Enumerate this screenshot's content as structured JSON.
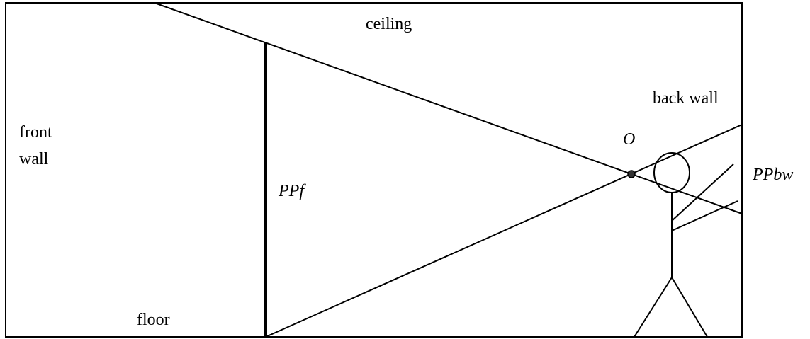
{
  "labels": {
    "ceiling": "ceiling",
    "back_wall": "back wall",
    "front_wall_line1": "front",
    "front_wall_line2": "wall",
    "floor": "floor",
    "ppf": "PPf",
    "ppbw": "PPbw",
    "o": "O"
  },
  "colors": {
    "stroke": "#000000",
    "background": "#ffffff",
    "point_fill": "#333333"
  }
}
